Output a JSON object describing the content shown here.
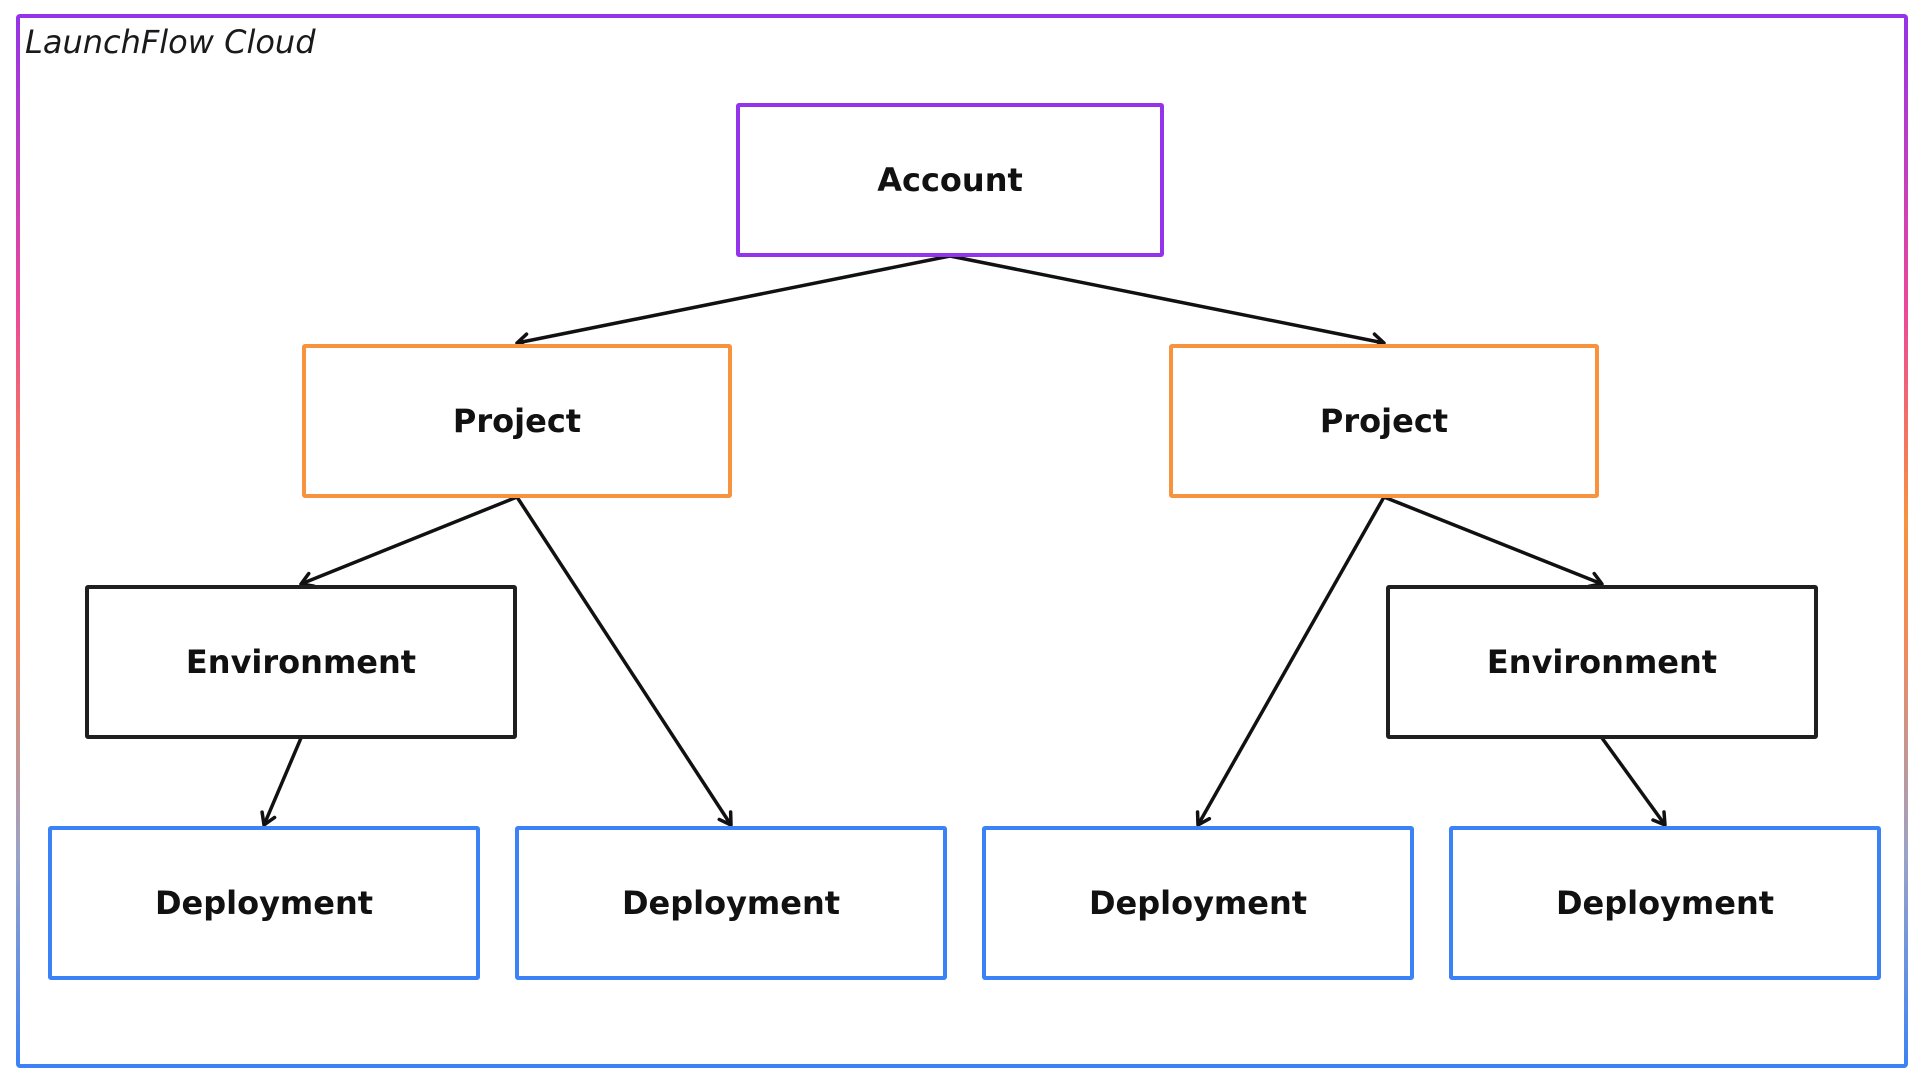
{
  "frame": {
    "title": "LaunchFlow Cloud",
    "gradient_colors": [
      "#9333ea",
      "#ec4899",
      "#f7923e",
      "#3b82f6"
    ]
  },
  "node_colors": {
    "account": "#9333ea",
    "project": "#f7923e",
    "environment": "#1f1f1f",
    "deployment": "#3b82f6"
  },
  "nodes": {
    "account": {
      "label": "Account",
      "kind": "account"
    },
    "project_left": {
      "label": "Project",
      "kind": "project"
    },
    "project_right": {
      "label": "Project",
      "kind": "project"
    },
    "environment_left": {
      "label": "Environment",
      "kind": "environment"
    },
    "environment_right": {
      "label": "Environment",
      "kind": "environment"
    },
    "deployment_1": {
      "label": "Deployment",
      "kind": "deployment"
    },
    "deployment_2": {
      "label": "Deployment",
      "kind": "deployment"
    },
    "deployment_3": {
      "label": "Deployment",
      "kind": "deployment"
    },
    "deployment_4": {
      "label": "Deployment",
      "kind": "deployment"
    }
  },
  "edges": [
    {
      "from": "account",
      "to": "project_left"
    },
    {
      "from": "account",
      "to": "project_right"
    },
    {
      "from": "project_left",
      "to": "environment_left"
    },
    {
      "from": "project_left",
      "to": "deployment_2"
    },
    {
      "from": "project_right",
      "to": "deployment_3"
    },
    {
      "from": "project_right",
      "to": "environment_right"
    },
    {
      "from": "environment_left",
      "to": "deployment_1"
    },
    {
      "from": "environment_right",
      "to": "deployment_4"
    }
  ]
}
